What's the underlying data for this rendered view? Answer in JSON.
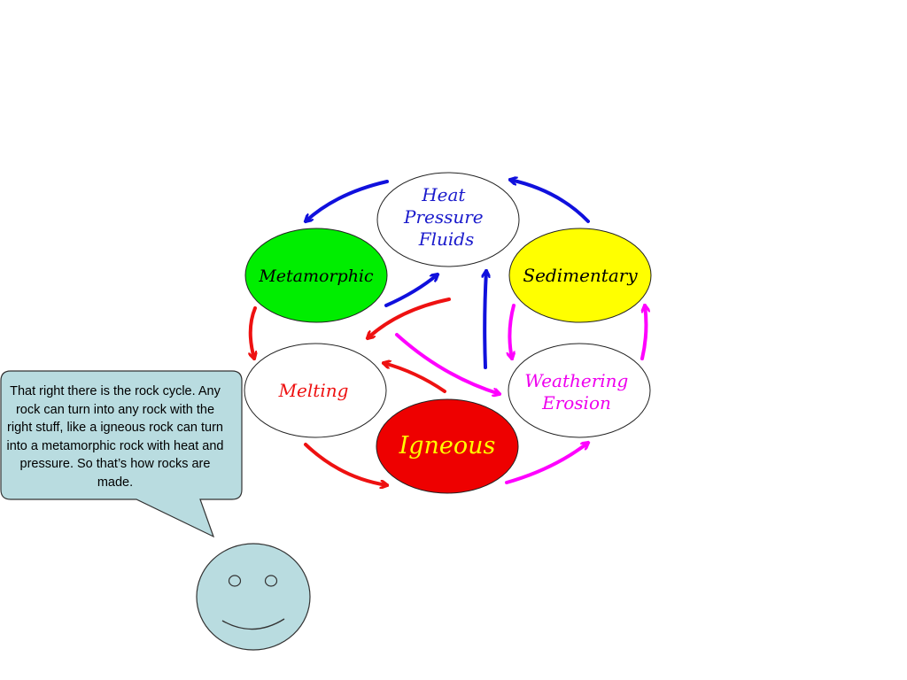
{
  "colors": {
    "metamorphic": "#00ee00",
    "sedimentary": "#ffff00",
    "igneous": "#ee0000",
    "neutral_node": "#ffffff",
    "arrow_blue": "#1010dd",
    "arrow_red": "#ee1111",
    "arrow_magenta": "#ff00ff",
    "bubble_fill": "#b9dce0",
    "label_blue": "#1a1acc",
    "label_red": "#ee1111",
    "label_magenta": "#ee00ee",
    "label_igneous": "#ffff00",
    "label_black": "#000000"
  },
  "nodes": {
    "heat": {
      "lines": [
        "Heat",
        "Pressure",
        "Fluids"
      ]
    },
    "metamorphic": {
      "label": "Metamorphic"
    },
    "sedimentary": {
      "label": "Sedimentary"
    },
    "melting": {
      "label": "Melting"
    },
    "weathering": {
      "lines": [
        "Weathering",
        "Erosion"
      ]
    },
    "igneous": {
      "label": "Igneous"
    }
  },
  "speech_bubble": {
    "text": "That right there is the rock cycle. Any rock can turn into any rock with the right stuff, like a igneous rock can turn into a metamorphic rock with heat and pressure. So that’s how rocks are made."
  }
}
